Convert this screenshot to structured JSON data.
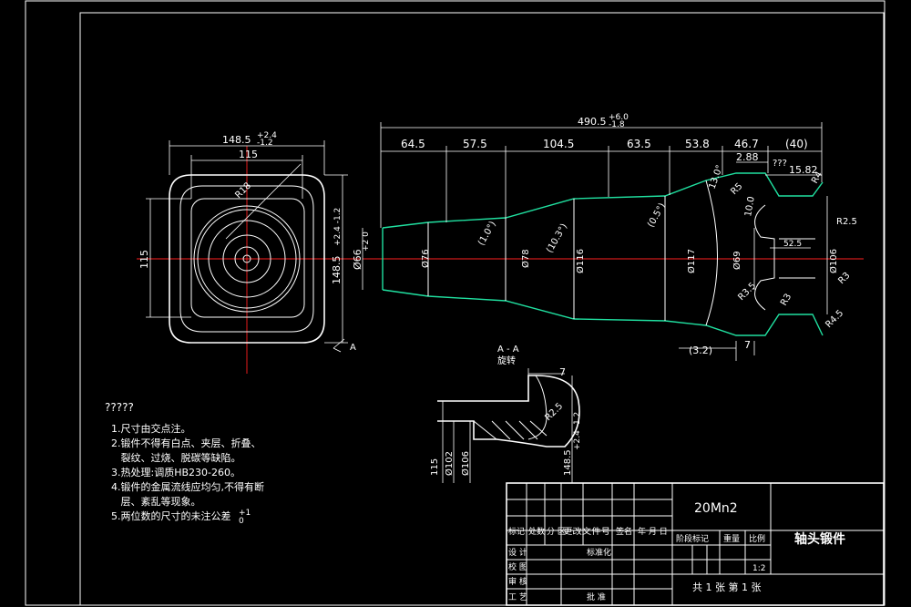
{
  "top_view": {
    "dim_width": "148.5",
    "dim_width_tol_upper": "+2.4",
    "dim_width_tol_lower": "-1.2",
    "dim_inner": "115",
    "dim_radius": "R18",
    "dim_left": "115",
    "dim_right": "148.5",
    "dim_right_tol": "+2.4 -1.2",
    "section_mark": "A"
  },
  "side_view": {
    "overall_length": "490.5",
    "overall_tol_upper": "+6.0",
    "overall_tol_lower": "-1.8",
    "segments": [
      "64.5",
      "57.5",
      "104.5",
      "63.5",
      "53.8",
      "46.7",
      "(40)"
    ],
    "dia_left": "Ø66",
    "dia_left_tol": "+2 0",
    "diameters": [
      "Ø76",
      "Ø78",
      "Ø116",
      "Ø117",
      "Ø69",
      "Ø106"
    ],
    "tapers": [
      "(1.0°)",
      "(10.3°)",
      "(0.5°)",
      "13.0°"
    ],
    "r_labels": [
      "R5",
      "R4",
      "R2.5",
      "R3",
      "R4.5",
      "R3",
      "R3.5"
    ],
    "misc": [
      "2.88",
      "???",
      "15.82",
      "10.0",
      "52.5",
      "(3.2)",
      "7"
    ]
  },
  "section": {
    "title": "A - A",
    "subtitle": "旋转",
    "dim_top": "7",
    "dim_r": "R2.5",
    "dims": [
      "115",
      "Ø102",
      "Ø106",
      "148.5"
    ],
    "dim_last_tol": "+2.4 -1.2"
  },
  "notes": {
    "title": "?????",
    "lines": [
      "1.尺寸由交点注。",
      "2.锻件不得有白点、夹层、折叠、",
      "   裂纹、过烧、脱碳等缺陷。",
      "3.热处理:调质HB230-260。",
      "4.锻件的金属流线应均匀,不得有断",
      "   层、紊乱等现象。",
      "5.两位数的尺寸的未注公差"
    ],
    "tol_sup": "+1",
    "tol_sub": "0"
  },
  "title_block": {
    "material": "20Mn2",
    "part_name": "轴头锻件",
    "headers": [
      "标记",
      "处数",
      "分 区",
      "更改文件号",
      "签名",
      "年 月 日"
    ],
    "rows": [
      "设 计",
      "校 图",
      "审 核",
      "工 艺"
    ],
    "std": "标准化",
    "approve": "批 准",
    "stage": "阶段标记",
    "weight": "重量",
    "scale_label": "比例",
    "scale": "1:2",
    "sheets": "共 1 张 第 1 张"
  }
}
